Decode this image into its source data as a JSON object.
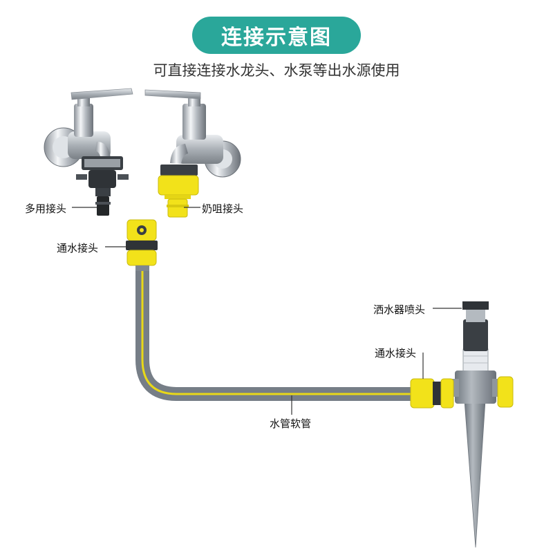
{
  "header": {
    "title": "连接示意图",
    "subtitle": "可直接连接水龙头、水泵等出水源使用"
  },
  "labels": {
    "multi_connector": "多用接头",
    "nipple_connector": "奶咀接头",
    "water_connector_top": "通水接头",
    "sprinkler_head": "洒水器喷头",
    "water_connector_right": "通水接头",
    "hose": "水管软管"
  },
  "colors": {
    "title_bg": "#2aa79a",
    "connector_yellow": "#f2e21a",
    "hose_gray": "#7f8790",
    "chrome": "#c8cdd3"
  }
}
